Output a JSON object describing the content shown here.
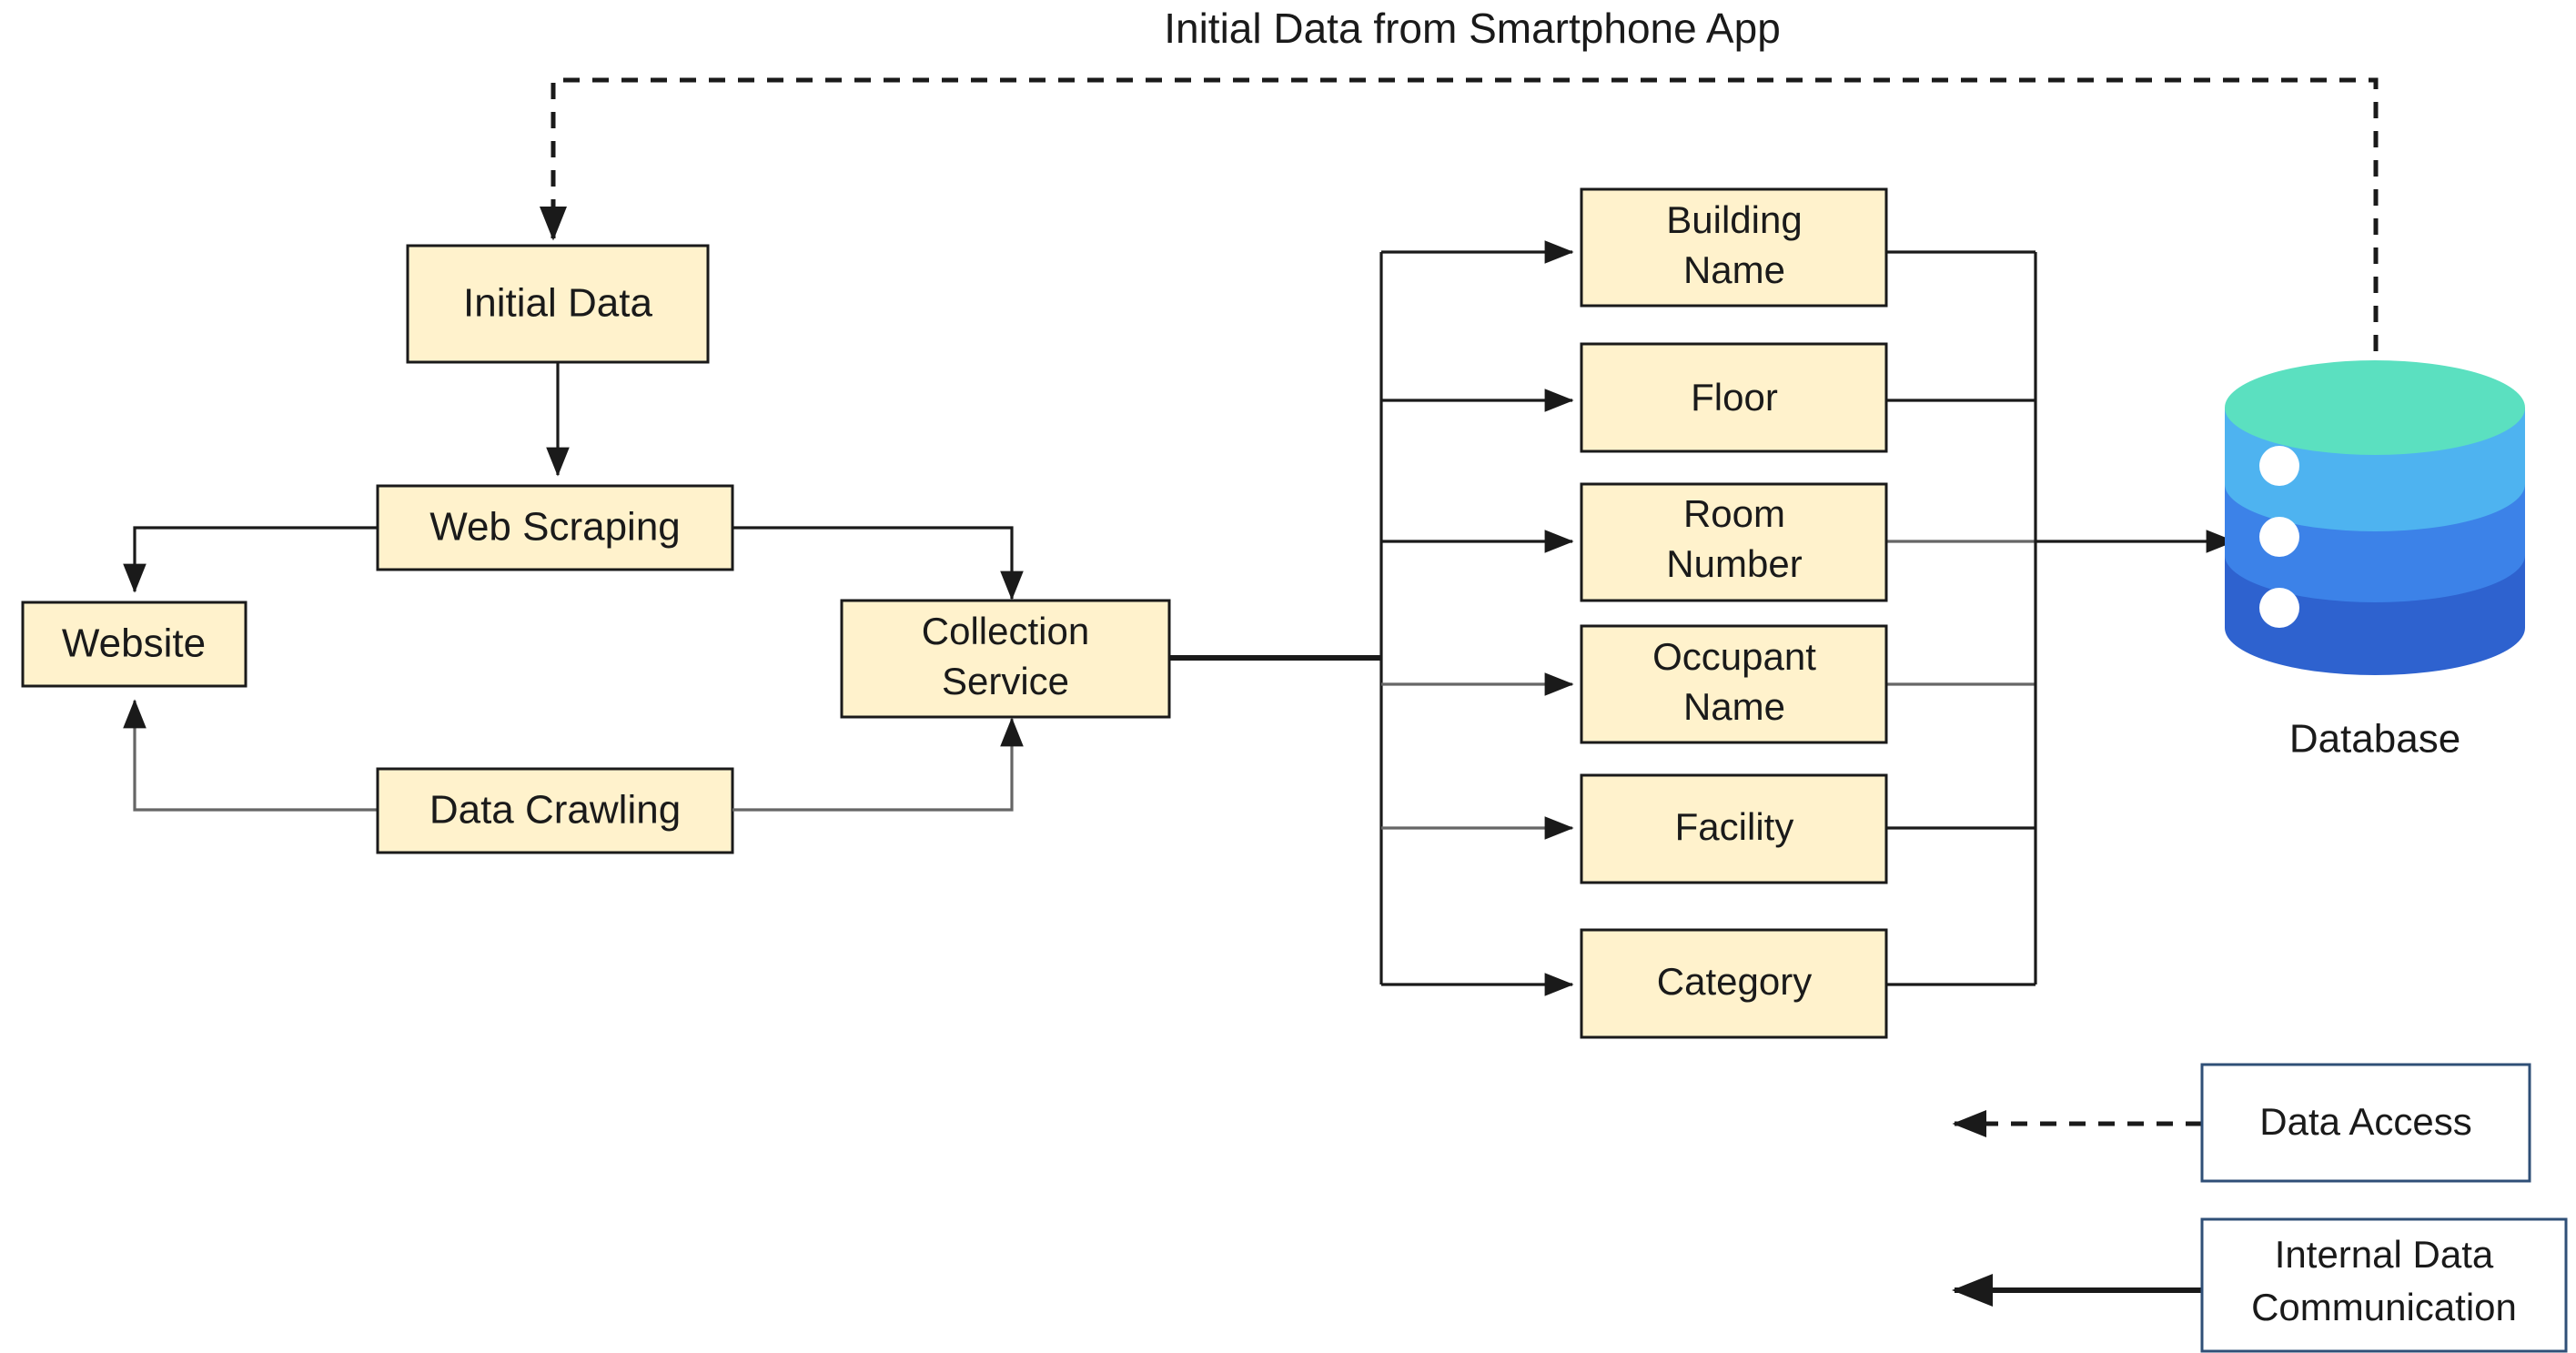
{
  "diagram": {
    "title": "Initial Data from Smartphone App",
    "nodes": {
      "initial_data": "Initial Data",
      "web_scraping": "Web Scraping",
      "website": "Website",
      "data_crawling": "Data Crawling",
      "collection_service_line1": "Collection",
      "collection_service_line2": "Service",
      "database_caption": "Database"
    },
    "attributes": [
      {
        "line1": "Building",
        "line2": "Name"
      },
      {
        "line1": "Floor",
        "line2": ""
      },
      {
        "line1": "Room",
        "line2": "Number"
      },
      {
        "line1": "Occupant",
        "line2": "Name"
      },
      {
        "line1": "Facility",
        "line2": ""
      },
      {
        "line1": "Category",
        "line2": ""
      }
    ],
    "legend": [
      {
        "label": "Data Access",
        "line2": "",
        "style": "dashed"
      },
      {
        "label": "Internal Data",
        "line2": "Communication",
        "style": "solid"
      }
    ],
    "colors": {
      "box_fill": "#FFF2CC",
      "box_stroke": "#1A1A1A",
      "legend_stroke": "#2F4F77",
      "db_top": "#5BE0C0",
      "db_band_light": "#4EB3F0",
      "db_band_mid": "#3C82E8",
      "db_band_dark": "#2E62CF",
      "connector": "#1A1A1A",
      "connector_gray": "#666666",
      "background": "#FFFFFF"
    }
  }
}
